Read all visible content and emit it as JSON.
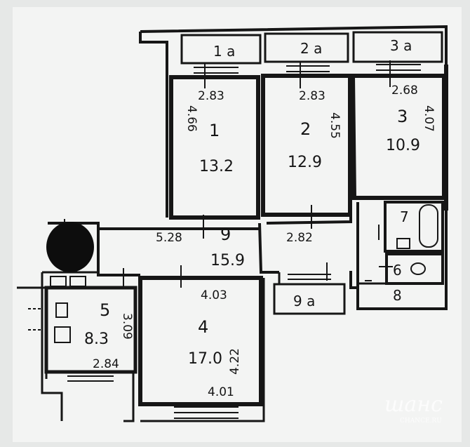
{
  "plan": {
    "rooms": [
      {
        "id": "1",
        "number": "1",
        "area": "13.2",
        "width": "2.83",
        "depth": "4.66"
      },
      {
        "id": "2",
        "number": "2",
        "area": "12.9",
        "width": "2.83",
        "depth": "4.55"
      },
      {
        "id": "3",
        "number": "3",
        "area": "10.9",
        "width": "2.68",
        "depth": "4.07"
      },
      {
        "id": "4",
        "number": "4",
        "area": "17.0",
        "width_top": "4.03",
        "width_bottom": "4.01",
        "depth": "4.22"
      },
      {
        "id": "5",
        "number": "5",
        "area": "8.3",
        "width": "2.84",
        "depth": "3.09"
      },
      {
        "id": "9",
        "number": "9",
        "area": "15.9",
        "left_dim": "5.28",
        "right_dim": "2.82"
      }
    ],
    "small_rooms": {
      "bath": "7",
      "wc": "6",
      "closet": "8"
    },
    "balconies": [
      "1 a",
      "2 a",
      "3 a",
      "9 a"
    ]
  },
  "watermark": {
    "logo": "шанс",
    "url": "CHANCE.RU"
  },
  "colors": {
    "ink": "#151515",
    "paper": "#f4f5f4",
    "outer": "#e9ebea",
    "redaction": "#0d0d0d"
  }
}
